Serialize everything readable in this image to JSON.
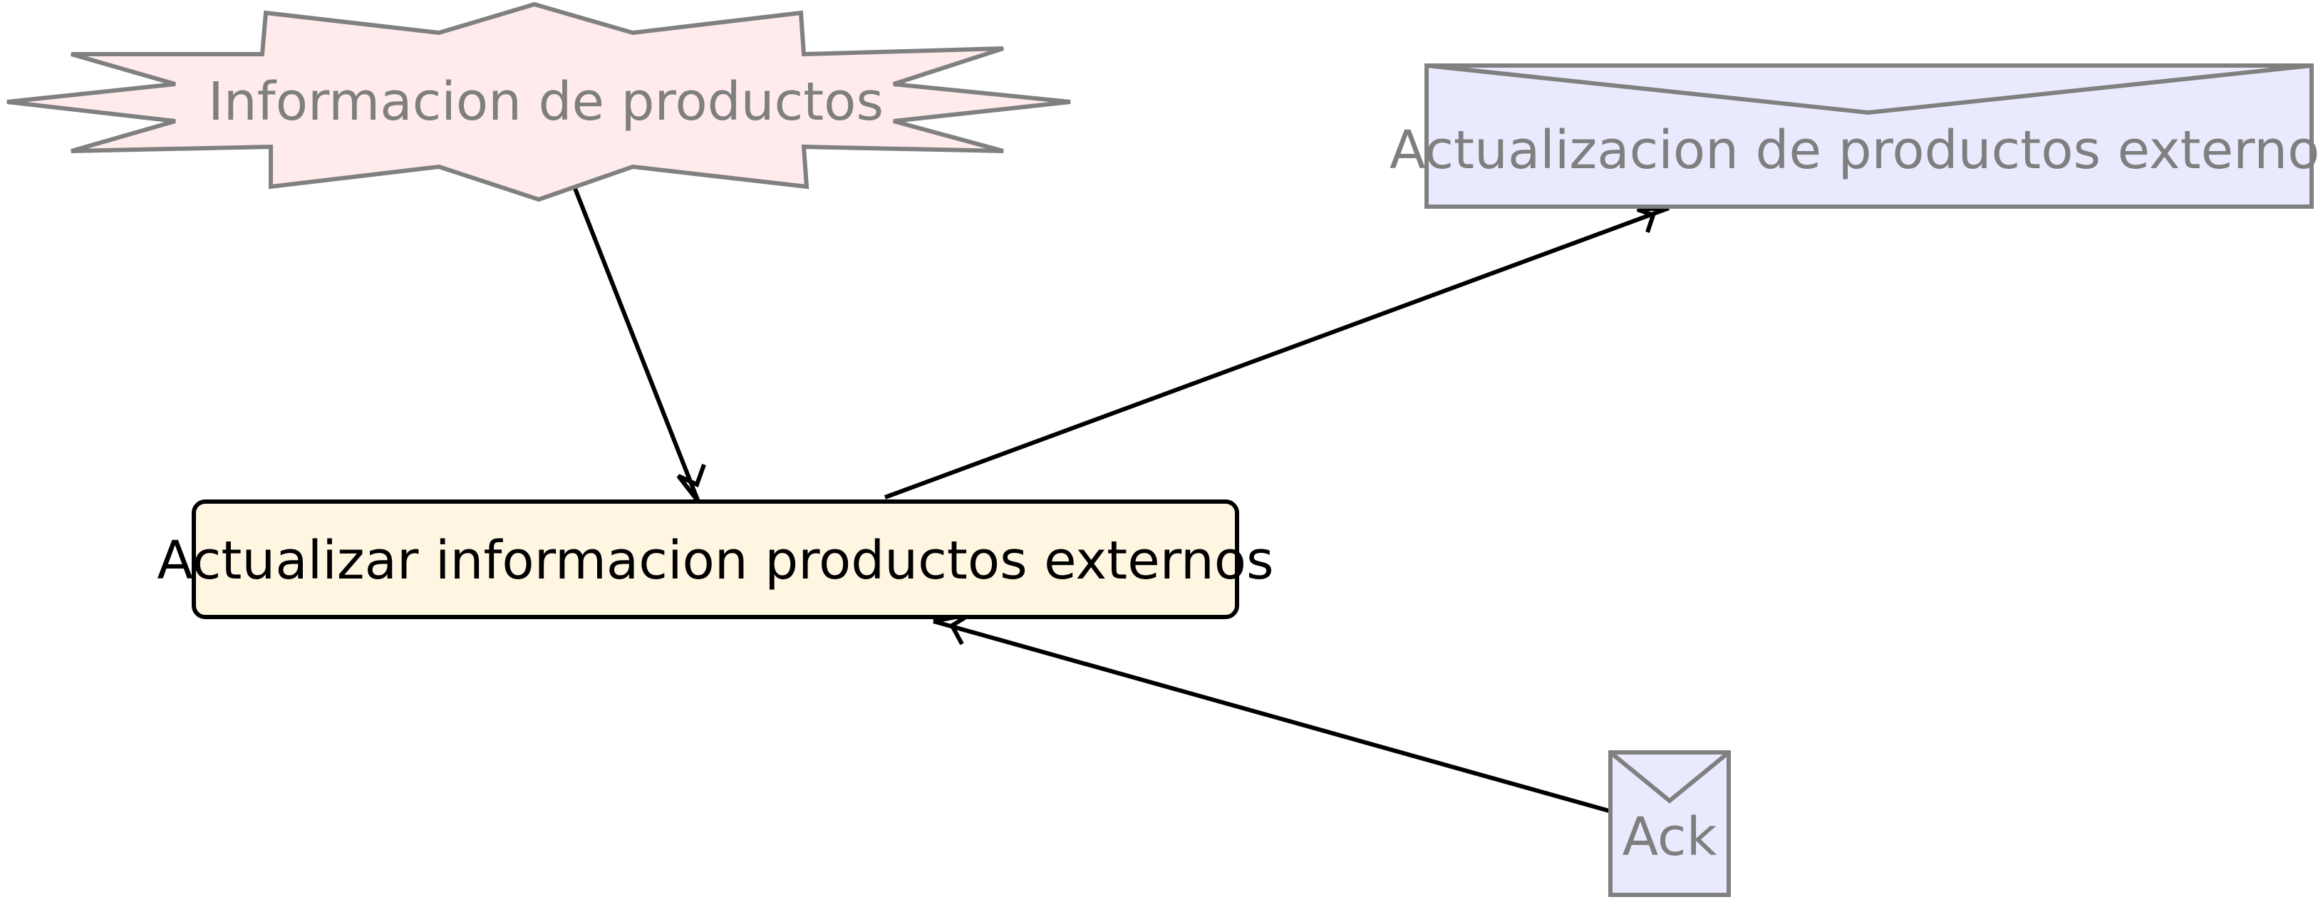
{
  "nodes": {
    "event": {
      "label": "Informacion de productos",
      "fill": "#FFEAEC",
      "stroke": "#808080",
      "text_color": "#7F7F7F"
    },
    "output_flag": {
      "label": "Actualizacion de productos externos",
      "fill": "#EAEAFF",
      "stroke": "#808080",
      "text_color": "#7F7F7F"
    },
    "activity": {
      "label": "Actualizar informacion productos externos",
      "fill": "#FFF6E2",
      "stroke": "#000000",
      "text_color": "#000000"
    },
    "message": {
      "label": "Ack",
      "fill": "#EAEAFF",
      "stroke": "#808080",
      "text_color": "#7F7F7F"
    }
  },
  "edges": [
    {
      "from": "event",
      "to": "activity",
      "kind": "incoming"
    },
    {
      "from": "activity",
      "to": "output_flag",
      "kind": "outgoing"
    },
    {
      "from": "message",
      "to": "activity",
      "kind": "incoming"
    }
  ],
  "colors": {
    "edge": "#000000"
  }
}
